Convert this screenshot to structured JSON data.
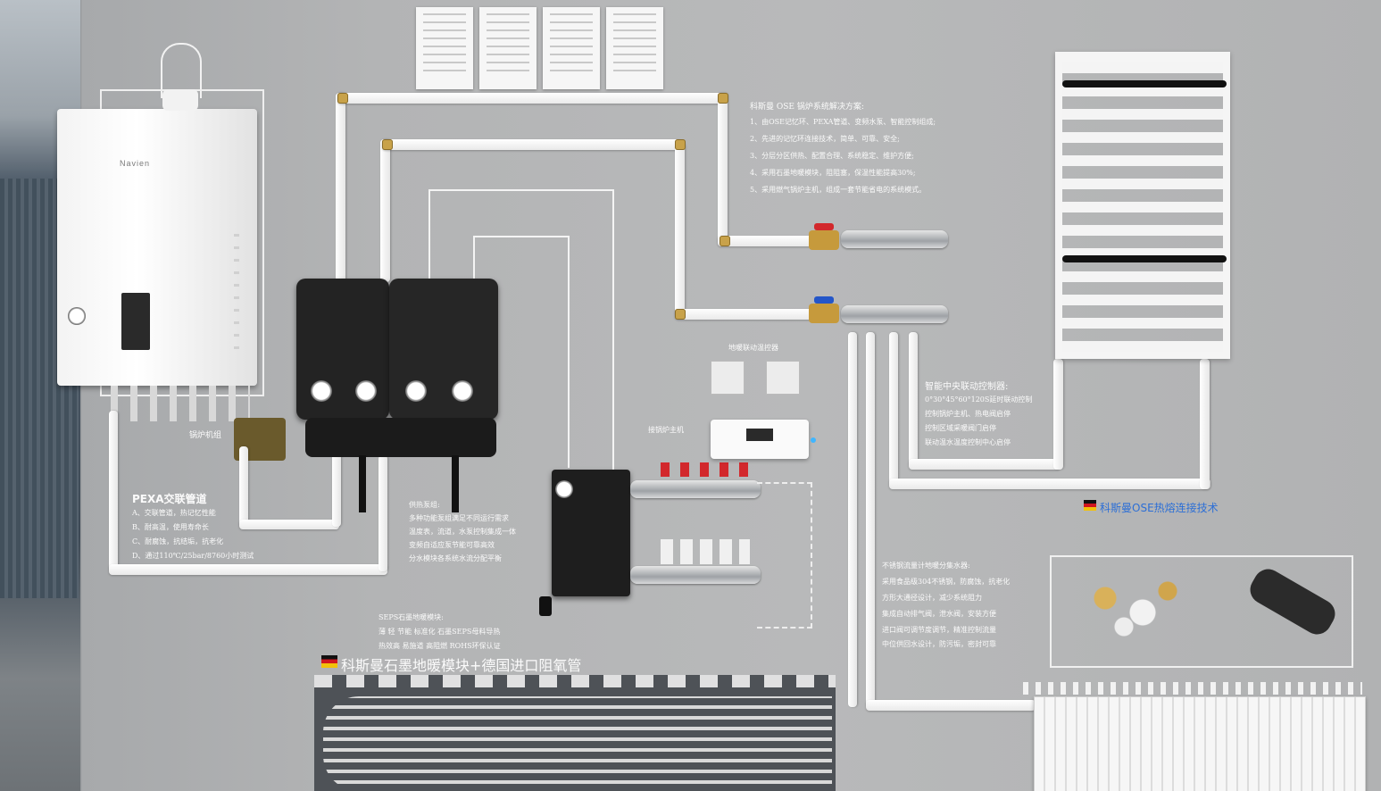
{
  "boiler": {
    "brand": "Navien",
    "caption": "锅炉机组"
  },
  "brand_note": {
    "title": "科斯曼 OSE 锅炉系统解决方案:",
    "lines": [
      "1、由OSE记忆环、PEXA管道、变频水泵、智能控制组成;",
      "2、先进的记忆环连接技术，简单、可靠、安全;",
      "3、分层分区供热、配置合理、系统稳定、维护方便;",
      "4、采用石墨地暖模块，阻阻塞，保温性能提高30%;",
      "5、采用燃气锅炉主机，组成一套节能省电的系统模式。"
    ]
  },
  "pexa_note": {
    "title": "PEXA交联管道",
    "lines": [
      "A、交联管道，热记忆性能",
      "B、耐高温，使用寿命长",
      "C、耐腐蚀，抗结垢，抗老化",
      "D、通过110℃/25bar/8760小时测试"
    ]
  },
  "pump_note": {
    "lines": [
      "供热泵组:",
      "多种功能泵组满足不同运行需求",
      "温度表，流道，水泵控制集成一体",
      "变频自适应泵节能可靠高效",
      "分水模块各系统水流分配平衡"
    ]
  },
  "thermostat_label": "地暖联动温控器",
  "boiler_link_label": "接锅炉主机",
  "controller_note": {
    "title": "智能中央联动控制器:",
    "lines": [
      "0°30°45°60°120S延时联动控制",
      "控制锅炉主机、热电阀启停",
      "控制区域采暖阀门启停",
      "联动温水温度控制中心启停"
    ]
  },
  "german_tech_title": "科斯曼OSE热熔连接技术",
  "manifold_note": {
    "title": "不锈钢流量计地暖分集水器:",
    "lines": [
      "采用食品级304不锈钢，防腐蚀，抗老化",
      "方形大通径设计，减少系统阻力",
      "集成自动排气阀，泄水阀，安装方便",
      "进口阀可调节度调节，精准控制流量",
      "中位供回水设计，防污垢，密封可靠"
    ]
  },
  "graphite_note": {
    "lines": [
      "SEPS石墨地暖模块:",
      "薄 轻 节能 标准化 石墨SEPS母料导热",
      "热效高 易施道 高阻燃 ROHS环保认证"
    ]
  },
  "graphite_title": "科斯曼石墨地暖模块+德国进口阻氧管",
  "colors": {
    "wall": "#b3b4b5",
    "pipe": "#f2f2f2",
    "brass": "#c8a24a",
    "valve_red": "#d2282c",
    "valve_blue": "#2456c8",
    "pump_black": "#1e1e1e"
  }
}
